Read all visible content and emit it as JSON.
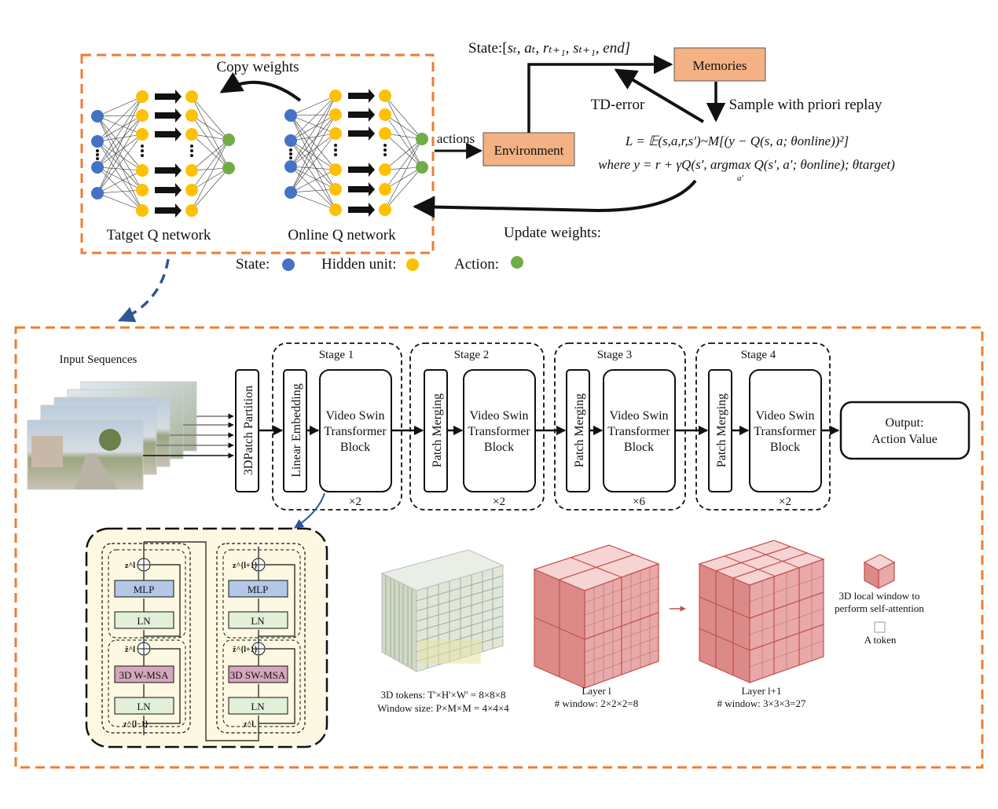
{
  "dqn": {
    "copy_weights": "Copy weights",
    "target_label": "Tatget Q network",
    "online_label": "Online Q network",
    "actions_label": "actions",
    "environment": "Environment",
    "memories": "Memories",
    "state_tuple": "State:[s_t, a_t, r_{t+1}, s_{t+1}, end]",
    "state_tuple_prefix": "State:[",
    "state_tuple_body": "sₜ, aₜ, rₜ₊₁, sₜ₊₁, end]",
    "td_error": "TD-error",
    "sample_replay": "Sample with priori replay",
    "loss_eq": "L = 𝔼(s,a,r,s′)~M[(y − Q(s, a; θonline))²]",
    "target_eq": "where y = r + γQ(s′, argmax Q(s′, a′; θonline); θtarget)",
    "argmax_sub": "a′",
    "update_weights": "Update weights:",
    "legend": {
      "state": "State:",
      "hidden": "Hidden unit:",
      "action": "Action:"
    },
    "colors": {
      "state": "#4472c4",
      "hidden": "#ffc000",
      "action": "#70ad47",
      "env_fill": "#f4b183",
      "dashed_border": "#ed7d31",
      "link_arrow": "#2f5597"
    }
  },
  "swin": {
    "input_label": "Input Sequences",
    "partition": "3DPatch Partition",
    "stages": [
      {
        "title": "Stage 1",
        "first_block": "Linear Embedding",
        "block": [
          "Video Swin",
          "Transformer",
          "Block"
        ],
        "repeat": "×2"
      },
      {
        "title": "Stage 2",
        "first_block": "Patch Merging",
        "block": [
          "Video Swin",
          "Transformer",
          "Block"
        ],
        "repeat": "×2"
      },
      {
        "title": "Stage 3",
        "first_block": "Patch Merging",
        "block": [
          "Video Swin",
          "Transformer",
          "Block"
        ],
        "repeat": "×6"
      },
      {
        "title": "Stage 4",
        "first_block": "Patch Merging",
        "block": [
          "Video Swin",
          "Transformer",
          "Block"
        ],
        "repeat": "×2"
      }
    ],
    "output": [
      "Output:",
      "Action Value"
    ]
  },
  "detail": {
    "left_block": {
      "mlp": "MLP",
      "ln": "LN",
      "msa": "3D W-MSA",
      "z_top": "z^l",
      "z_mid": "ẑ^l",
      "z_bot": "z^{l−1}"
    },
    "right_block": {
      "mlp": "MLP",
      "ln": "LN",
      "msa": "3D SW-MSA",
      "z_top": "z^{l+1}",
      "z_mid": "ẑ^{l+1}",
      "z_bot": "z^l"
    },
    "tokens_caption": [
      "3D tokens: T'×H'×W' = 8×8×8",
      "Window size: P×M×M = 4×4×4"
    ],
    "layer_l_caption": [
      "Layer l",
      "# window: 2×2×2=8"
    ],
    "layer_l1_caption": [
      "Layer l+1",
      "# window: 3×3×3=27"
    ],
    "legend_window": [
      "3D local window to",
      "perform self-attention"
    ],
    "legend_token": "A token",
    "colors": {
      "cream": "#fdf8e1",
      "mlp": "#b4c7e7",
      "ln": "#e2efd9",
      "msa": "#d5a6bd",
      "window_red": "#c0504d"
    }
  }
}
